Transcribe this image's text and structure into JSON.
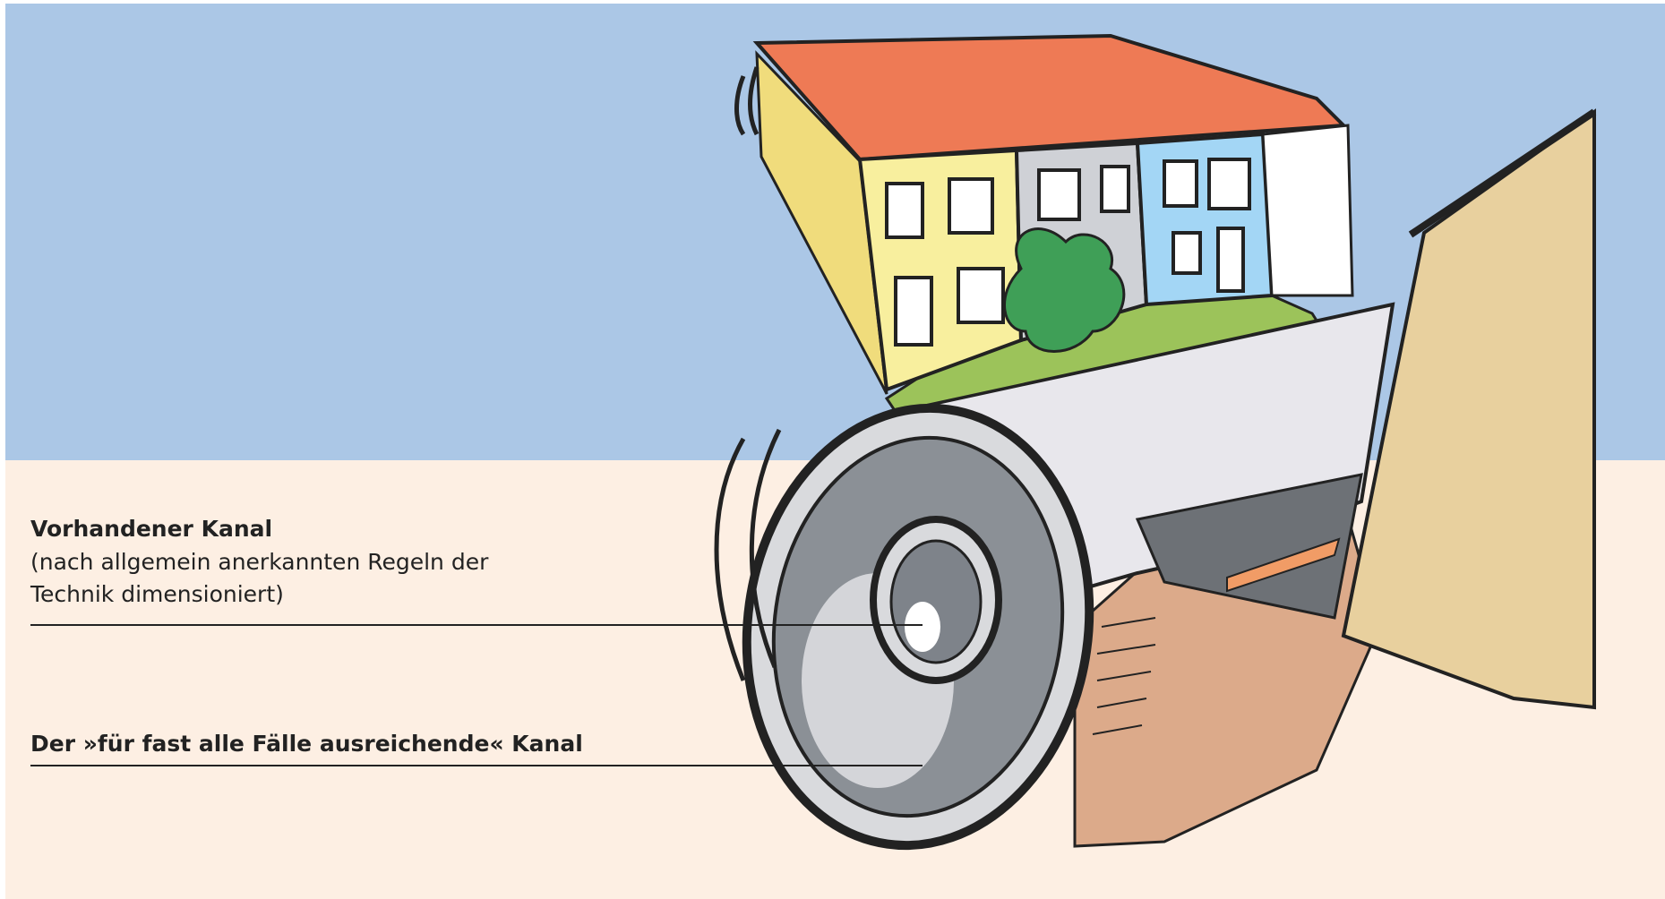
{
  "labels": {
    "existing_channel": {
      "title": "Vorhandener Kanal",
      "line2": "(nach allgemein anerkannten Regeln der",
      "line3": "Technik dimensioniert)"
    },
    "sufficient_channel": {
      "title": "Der »für fast alle Fälle ausreichende« Kanal"
    }
  },
  "colors": {
    "sky": "#abc7e6",
    "ground": "#fdefe3",
    "roof": "#ee7a55",
    "house_yellow": "#f8ef9e",
    "house_blue": "#a3d6f5",
    "house_grey": "#cfd1d6",
    "tree": "#3f9f57",
    "grass": "#9cc35a",
    "soil": "#dcaa8a",
    "sign": "#e8d09e",
    "pipe_grey": "#8b9096",
    "pipe_light": "#d9dadd"
  }
}
